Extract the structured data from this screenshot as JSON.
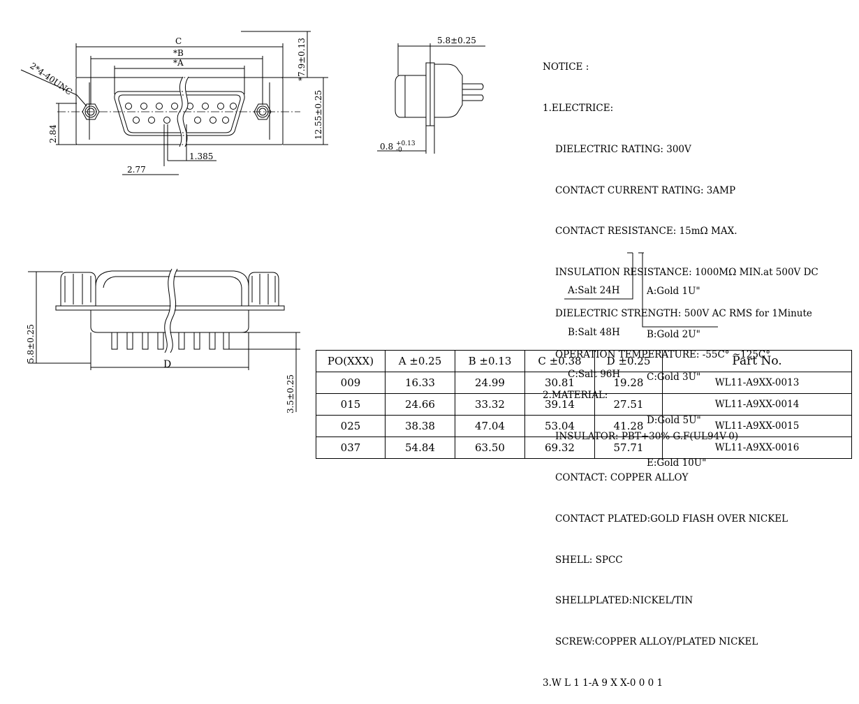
{
  "front_view": {
    "dim_c": "C",
    "dim_b": "*B",
    "dim_a": "*A",
    "dim_height_top": "*7.9±0.13",
    "dim_height": "12.55±0.25",
    "screw_label": "2*4-40UNC",
    "dim_left": "2.84",
    "dim_pitch_row": "2.77",
    "dim_pitch": "1.385"
  },
  "side_view": {
    "dim_width": "5.8±0.25",
    "dim_thickness_base": "0.8",
    "dim_thickness_sup": "+0.13",
    "dim_thickness_sub": "-0"
  },
  "bottom_view": {
    "dim_d": "D",
    "dim_height": "5.8±0.25",
    "dim_pin": "3.5±0.25"
  },
  "notice": {
    "title": "NOTICE :",
    "s1_heading": "1.ELECTRICE:",
    "s1_lines": [
      "DIELECTRIC RATING: 300V",
      "CONTACT CURRENT RATING: 3AMP",
      "CONTACT RESISTANCE: 15mΩ MAX.",
      "INSULATION RESISTANCE: 1000MΩ MIN.at 500V DC",
      "DIELECTRIC STRENGTH: 500V AC RMS for 1Minute",
      "OPERATION TEMPERATURE: -55C° ~125C°"
    ],
    "s2_heading": "2.MATERIAL:",
    "s2_lines": [
      "INSULATOR: PBT+30% G.F(UL94V-0)",
      "CONTACT: COPPER ALLOY",
      "CONTACT PLATED:GOLD FIASH OVER NICKEL",
      "SHELL: SPCC",
      "SHELLPLATED:NICKEL/TIN",
      "SCREW:COPPER ALLOY/PLATED NICKEL"
    ],
    "s3_heading": "3.W L 1 1-A 9 X X-0 0 0 1",
    "salt_options": [
      "A:Salt 24H",
      "B:Salt 48H",
      "C:Salt 96H"
    ],
    "gold_options": [
      "A:Gold 1U\"",
      "B:Gold 2U\"",
      "C:Gold 3U\"",
      "D:Gold 5U\"",
      "E:Gold 10U\""
    ]
  },
  "table": {
    "headers": [
      "PO(XXX)",
      "A ±0.25",
      "B ±0.13",
      "C ±0.38",
      "D ±0.25",
      "Part  No."
    ],
    "rows": [
      [
        "009",
        "16.33",
        "24.99",
        "30.81",
        "19.28",
        "WL11-A9XX-0013"
      ],
      [
        "015",
        "24.66",
        "33.32",
        "39.14",
        "27.51",
        "WL11-A9XX-0014"
      ],
      [
        "025",
        "38.38",
        "47.04",
        "53.04",
        "41.28",
        "WL11-A9XX-0015"
      ],
      [
        "037",
        "54.84",
        "63.50",
        "69.32",
        "57.71",
        "WL11-A9XX-0016"
      ]
    ]
  }
}
